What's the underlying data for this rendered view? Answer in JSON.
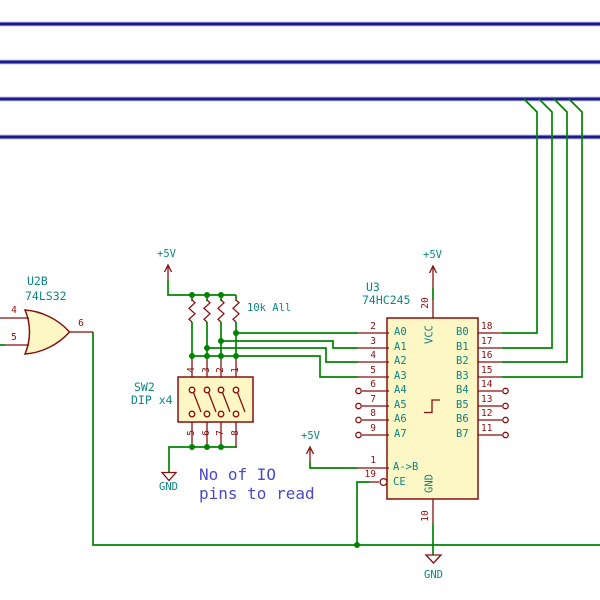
{
  "or_gate": {
    "ref": "U2B",
    "value": "74LS32",
    "pin_in_a": "4",
    "pin_in_b": "5",
    "pin_out": "6"
  },
  "pullup_network": {
    "power_label": "+5V",
    "value_label": "10k All"
  },
  "dip_switch": {
    "ref": "SW2",
    "value": "DIP x4",
    "top_pin_numbers": [
      "4",
      "3",
      "2",
      "1"
    ],
    "bottom_pin_numbers": [
      "5",
      "6",
      "7",
      "8"
    ],
    "gnd_label": "GND"
  },
  "ic": {
    "ref": "U3",
    "value": "74HC245",
    "vcc_power_label": "+5V",
    "vcc_pin_number": "20",
    "vcc_pin_name": "VCC",
    "gnd_pin_number": "10",
    "gnd_pin_name": "GND",
    "gnd_label": "GND",
    "dir_power_label": "+5V",
    "dir_pin": {
      "num": "1",
      "name": "A->B"
    },
    "enable_pin": {
      "num": "19",
      "name": "CE"
    },
    "left_pins": [
      {
        "num": "2",
        "name": "A0"
      },
      {
        "num": "3",
        "name": "A1"
      },
      {
        "num": "4",
        "name": "A2"
      },
      {
        "num": "5",
        "name": "A3"
      },
      {
        "num": "6",
        "name": "A4"
      },
      {
        "num": "7",
        "name": "A5"
      },
      {
        "num": "8",
        "name": "A6"
      },
      {
        "num": "9",
        "name": "A7"
      }
    ],
    "right_pins": [
      {
        "num": "18",
        "name": "B0"
      },
      {
        "num": "17",
        "name": "B1"
      },
      {
        "num": "16",
        "name": "B2"
      },
      {
        "num": "15",
        "name": "B3"
      },
      {
        "num": "14",
        "name": "B4"
      },
      {
        "num": "13",
        "name": "B5"
      },
      {
        "num": "12",
        "name": "B6"
      },
      {
        "num": "11",
        "name": "B7"
      }
    ]
  },
  "annotation": {
    "line1": "No of IO",
    "line2": "pins to read"
  },
  "colors": {
    "wire_green": "#008400",
    "component_red": "#8a0f0f",
    "label_teal": "#0e8585",
    "annotation_blue": "#4a4ac6",
    "bus_navy": "#1a1a8e",
    "body_fill": "#fcf7c5"
  }
}
